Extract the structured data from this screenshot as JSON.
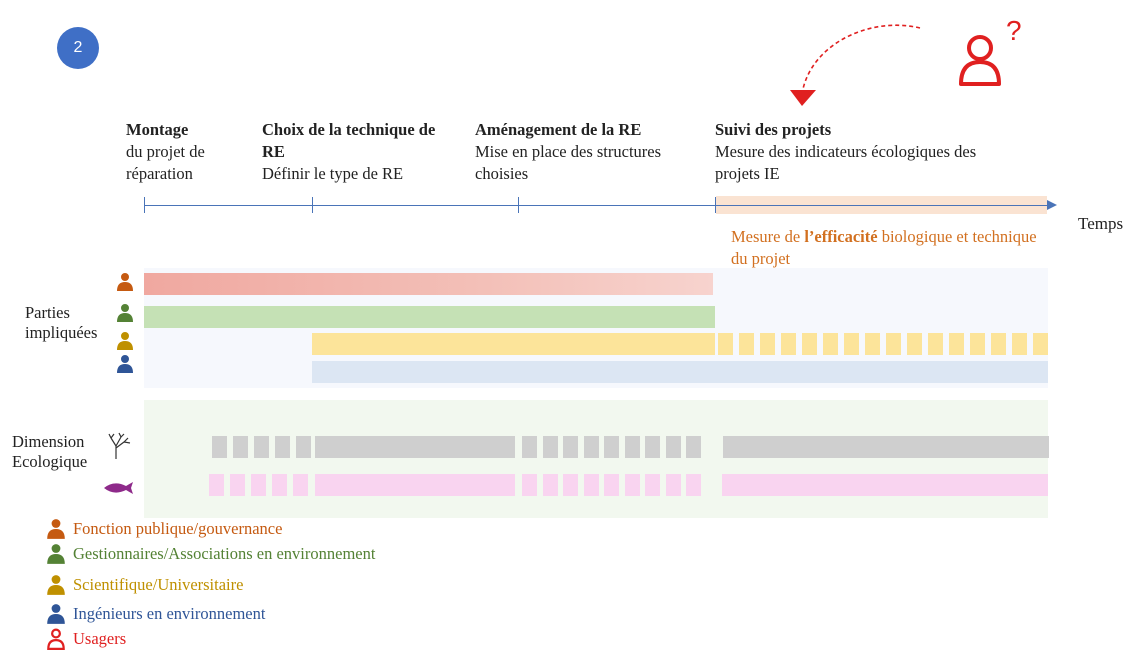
{
  "badge": "2",
  "phases": [
    {
      "title": "Montage",
      "desc": "du projet de réparation"
    },
    {
      "title": "Choix de la technique de RE",
      "desc": "Définir le type de RE"
    },
    {
      "title": "Aménagement de la RE",
      "desc": "Mise en place des structures choisies"
    },
    {
      "title": "Suivi des projets",
      "desc": "Mesure des indicateurs écologiques des projets IE"
    }
  ],
  "axis_label": "Temps",
  "efficacite": {
    "pre": "Mesure de ",
    "bold": "l’efficacité",
    "post": " biologique et technique du projet"
  },
  "labels": {
    "parties": "Parties impliquées",
    "dimension": "Dimension Ecologique"
  },
  "legend": [
    {
      "label": "Fonction publique/gouvernance",
      "color": "#c55a11"
    },
    {
      "label": "Gestionnaires/Associations  en environnement",
      "color": "#548235"
    },
    {
      "label": "Scientifique/Universitaire",
      "color": "#bf9000"
    },
    {
      "label": "Ingénieurs  en environnement",
      "color": "#2f5597"
    },
    {
      "label": "Usagers",
      "color": "#e02020"
    }
  ],
  "icons": {
    "person_icon": "person-icon",
    "plant_icon": "plant-icon",
    "fish_icon": "fish-icon",
    "unknown_user_icon": "question-user-icon"
  },
  "colors": {
    "timeline": "#4a74b8",
    "red": "#e02020",
    "orange": "#d27020"
  }
}
